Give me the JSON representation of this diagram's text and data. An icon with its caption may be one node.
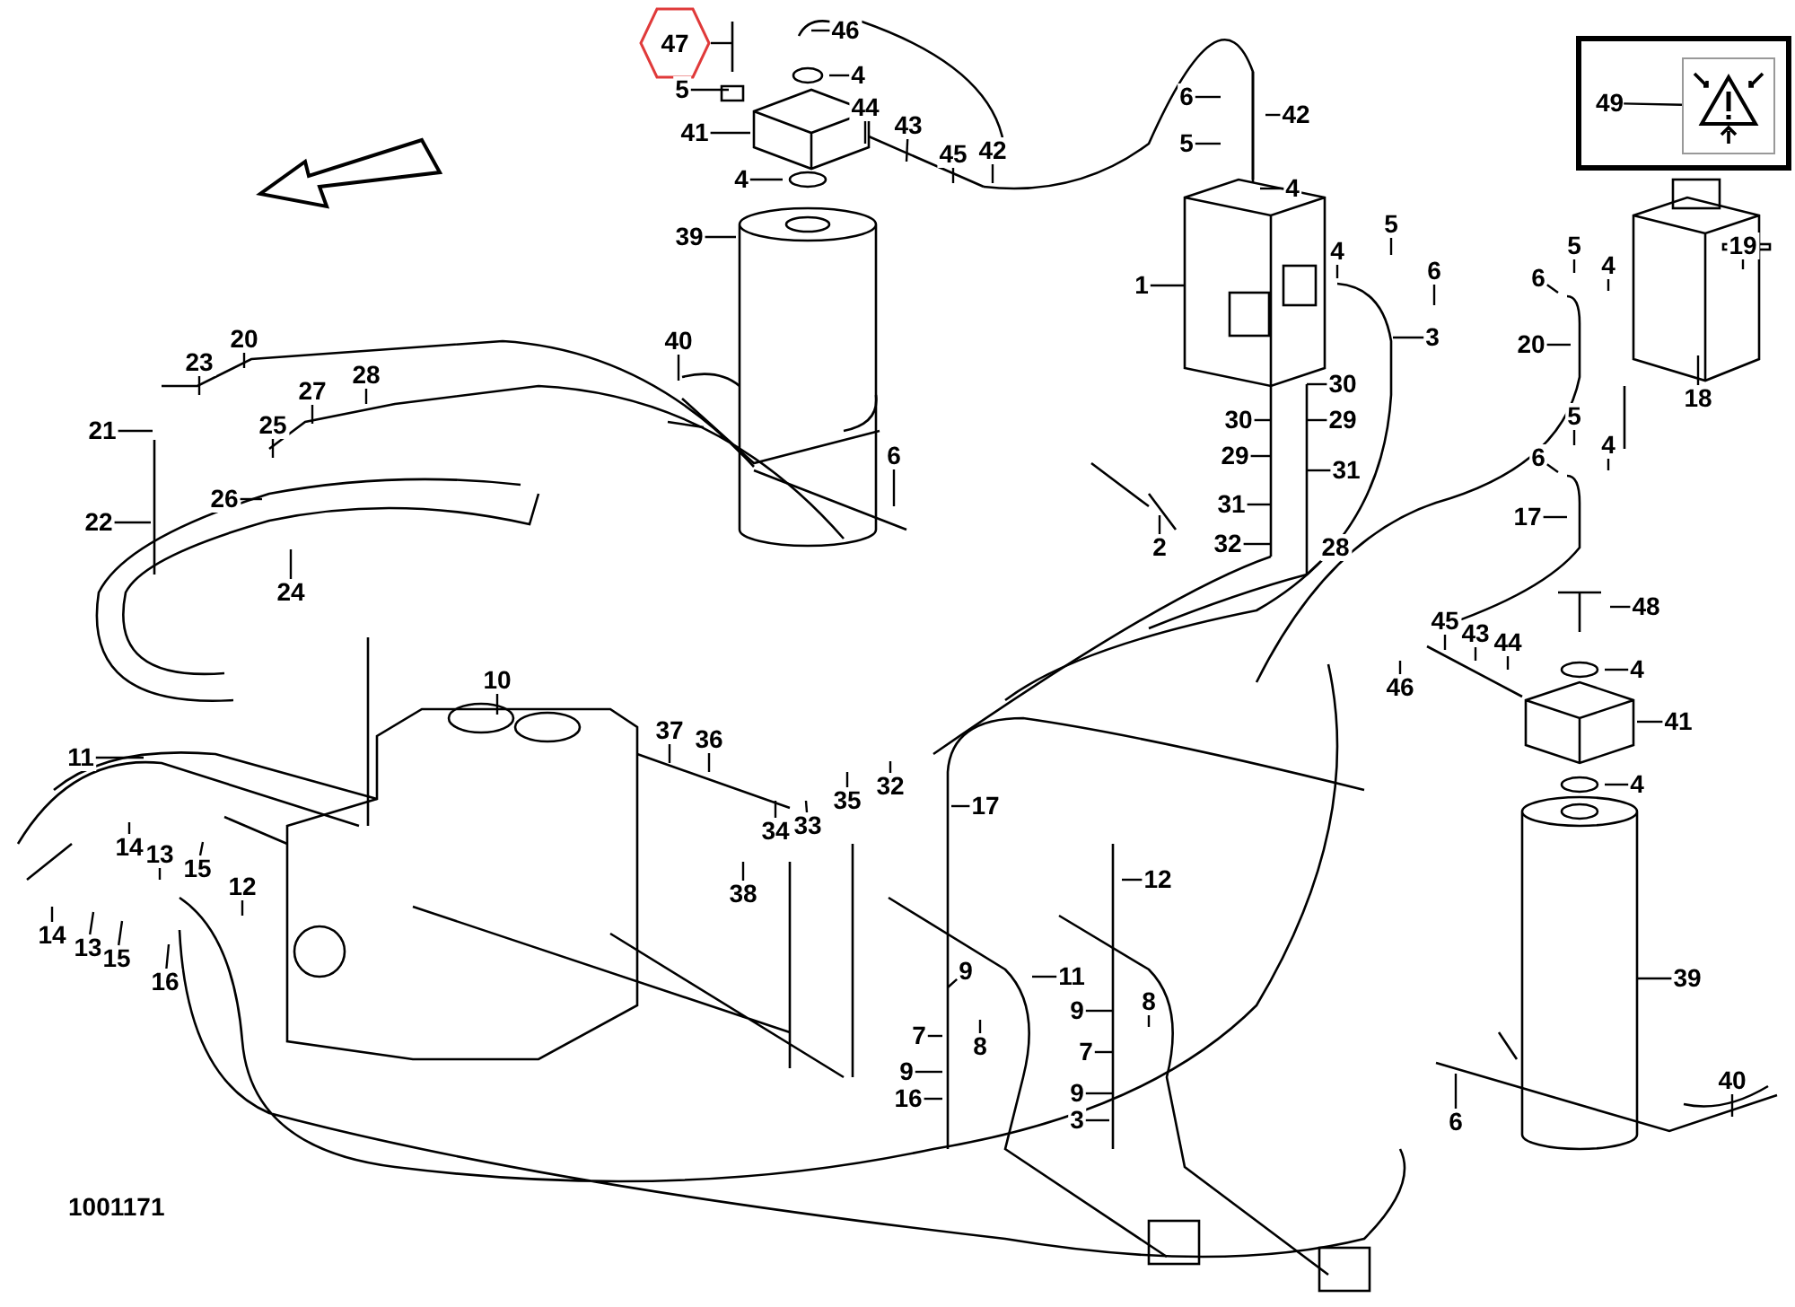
{
  "diagram": {
    "nodes": [
      {
        "text": [
          "47"
        ]
      },
      {
        "text": [
          "46"
        ]
      },
      {
        "text": [
          "5"
        ]
      },
      {
        "text": [
          "4"
        ]
      },
      {
        "text": [
          "41"
        ]
      },
      {
        "text": [
          "44"
        ]
      },
      {
        "text": [
          "43"
        ]
      },
      {
        "text": [
          "45"
        ]
      },
      {
        "text": [
          "42"
        ]
      },
      {
        "text": [
          "4"
        ]
      },
      {
        "text": [
          "39"
        ]
      },
      {
        "text": [
          "40"
        ]
      },
      {
        "text": [
          "6"
        ]
      },
      {
        "text": [
          "20"
        ]
      },
      {
        "text": [
          "23"
        ]
      },
      {
        "text": [
          "27"
        ]
      },
      {
        "text": [
          "28"
        ]
      },
      {
        "text": [
          "21"
        ]
      },
      {
        "text": [
          "25"
        ]
      },
      {
        "text": [
          "26"
        ]
      },
      {
        "text": [
          "22"
        ]
      },
      {
        "text": [
          "24"
        ]
      },
      {
        "text": [
          "6"
        ]
      },
      {
        "text": [
          "42"
        ]
      },
      {
        "text": [
          "5"
        ]
      },
      {
        "text": [
          "4"
        ]
      },
      {
        "text": [
          "1"
        ]
      },
      {
        "text": [
          "4"
        ]
      },
      {
        "text": [
          "5"
        ]
      },
      {
        "text": [
          "6"
        ]
      },
      {
        "text": [
          "3"
        ]
      },
      {
        "text": [
          "30"
        ]
      },
      {
        "text": [
          "30"
        ]
      },
      {
        "text": [
          "29"
        ]
      },
      {
        "text": [
          "29"
        ]
      },
      {
        "text": [
          "31"
        ]
      },
      {
        "text": [
          "31"
        ]
      },
      {
        "text": [
          "2"
        ]
      },
      {
        "text": [
          "32"
        ]
      },
      {
        "text": [
          "28"
        ]
      },
      {
        "text": [
          "49"
        ]
      },
      {
        "text": [],
        "shape": "picture",
        "in": 40
      },
      {
        "text": [
          "5"
        ]
      },
      {
        "text": [
          "6"
        ]
      },
      {
        "text": [
          "4"
        ]
      },
      {
        "text": [
          "19"
        ]
      },
      {
        "text": [
          "20"
        ]
      },
      {
        "text": [
          "18"
        ]
      },
      {
        "text": [
          "5"
        ]
      },
      {
        "text": [
          "6"
        ]
      },
      {
        "text": [
          "4"
        ]
      },
      {
        "text": [
          "17"
        ]
      },
      {
        "text": [
          "48"
        ]
      },
      {
        "text": [
          "45"
        ]
      },
      {
        "text": [
          "43"
        ]
      },
      {
        "text": [
          "44"
        ]
      },
      {
        "text": [
          "46"
        ]
      },
      {
        "text": [
          "4"
        ]
      },
      {
        "text": [
          "41"
        ]
      },
      {
        "text": [
          "4"
        ]
      },
      {
        "text": [
          "39"
        ]
      },
      {
        "text": [
          "40"
        ]
      },
      {
        "text": [
          "6"
        ]
      },
      {
        "text": [
          "10"
        ]
      },
      {
        "text": [
          "11"
        ]
      },
      {
        "text": [
          "37"
        ]
      },
      {
        "text": [
          "36"
        ]
      },
      {
        "text": [
          "32"
        ]
      },
      {
        "text": [
          "35"
        ]
      },
      {
        "text": [
          "34"
        ]
      },
      {
        "text": [
          "33"
        ]
      },
      {
        "text": [
          "38"
        ]
      },
      {
        "text": [
          "17"
        ]
      },
      {
        "text": [
          "14"
        ]
      },
      {
        "text": [
          "13"
        ]
      },
      {
        "text": [
          "15"
        ]
      },
      {
        "text": [
          "12"
        ]
      },
      {
        "text": [
          "14"
        ]
      },
      {
        "text": [
          "13"
        ]
      },
      {
        "text": [
          "15"
        ]
      },
      {
        "text": [
          "16"
        ]
      },
      {
        "text": [
          "12"
        ]
      },
      {
        "text": [
          "9"
        ]
      },
      {
        "text": [
          "11"
        ]
      },
      {
        "text": [
          "7"
        ]
      },
      {
        "text": [
          "8"
        ]
      },
      {
        "text": [
          "9"
        ]
      },
      {
        "text": [
          "8"
        ]
      },
      {
        "text": [
          "7"
        ]
      },
      {
        "text": [
          "9"
        ]
      },
      {
        "text": [
          "16"
        ]
      },
      {
        "text": [
          "9"
        ]
      },
      {
        "text": [
          "3"
        ]
      }
    ],
    "edges": [
      {
        "from": 0,
        "to": null,
        "arrow": "none"
      },
      {
        "from": 1,
        "to": null,
        "arrow": "none"
      },
      {
        "from": 2,
        "to": null,
        "arrow": "none"
      },
      {
        "from": 3,
        "to": null,
        "arrow": "none"
      },
      {
        "from": 4,
        "to": null,
        "arrow": "none"
      },
      {
        "from": 5,
        "to": null,
        "arrow": "none"
      },
      {
        "from": 6,
        "to": null,
        "arrow": "none"
      },
      {
        "from": 7,
        "to": null,
        "arrow": "none"
      },
      {
        "from": 8,
        "to": null,
        "arrow": "none"
      },
      {
        "from": 9,
        "to": null,
        "arrow": "none"
      },
      {
        "from": 10,
        "to": null,
        "arrow": "none"
      },
      {
        "from": 11,
        "to": null,
        "arrow": "none"
      },
      {
        "from": 12,
        "to": null,
        "arrow": "none"
      },
      {
        "from": 13,
        "to": null,
        "arrow": "none"
      },
      {
        "from": 14,
        "to": null,
        "arrow": "none"
      },
      {
        "from": 15,
        "to": null,
        "arrow": "none"
      },
      {
        "from": 16,
        "to": null,
        "arrow": "none"
      },
      {
        "from": 17,
        "to": null,
        "arrow": "none"
      },
      {
        "from": 18,
        "to": null,
        "arrow": "none"
      },
      {
        "from": 19,
        "to": null,
        "arrow": "none"
      },
      {
        "from": 20,
        "to": null,
        "arrow": "none"
      },
      {
        "from": 21,
        "to": null,
        "arrow": "none"
      },
      {
        "from": 22,
        "to": null,
        "arrow": "none"
      },
      {
        "from": 23,
        "to": null,
        "arrow": "none"
      },
      {
        "from": 24,
        "to": null,
        "arrow": "none"
      },
      {
        "from": 25,
        "to": null,
        "arrow": "none"
      },
      {
        "from": 26,
        "to": null,
        "arrow": "none"
      },
      {
        "from": 27,
        "to": null,
        "arrow": "none"
      },
      {
        "from": 28,
        "to": null,
        "arrow": "none"
      },
      {
        "from": 29,
        "to": null,
        "arrow": "none"
      },
      {
        "from": 30,
        "to": null,
        "arrow": "none"
      },
      {
        "from": 31,
        "to": null,
        "arrow": "none"
      },
      {
        "from": 32,
        "to": null,
        "arrow": "none"
      },
      {
        "from": 33,
        "to": null,
        "arrow": "none"
      },
      {
        "from": 34,
        "to": null,
        "arrow": "none"
      },
      {
        "from": 35,
        "to": null,
        "arrow": "none"
      },
      {
        "from": 36,
        "to": null,
        "arrow": "none"
      },
      {
        "from": 37,
        "to": null,
        "arrow": "none"
      },
      {
        "from": 38,
        "to": null,
        "arrow": "none"
      },
      {
        "from": 39,
        "to": null,
        "arrow": "none"
      },
      {
        "from": 40,
        "to": 41,
        "arrow": "none"
      },
      {
        "from": 42,
        "to": null,
        "arrow": "none"
      },
      {
        "from": 43,
        "to": null,
        "arrow": "none"
      },
      {
        "from": 44,
        "to": null,
        "arrow": "none"
      },
      {
        "from": 45,
        "to": null,
        "arrow": "none"
      },
      {
        "from": 46,
        "to": null,
        "arrow": "none"
      },
      {
        "from": 47,
        "to": null,
        "arrow": "none"
      },
      {
        "from": 48,
        "to": null,
        "arrow": "none"
      },
      {
        "from": 49,
        "to": null,
        "arrow": "none"
      },
      {
        "from": 50,
        "to": null,
        "arrow": "none"
      },
      {
        "from": 51,
        "to": null,
        "arrow": "none"
      },
      {
        "from": 52,
        "to": null,
        "arrow": "none"
      },
      {
        "from": 53,
        "to": null,
        "arrow": "none"
      },
      {
        "from": 54,
        "to": null,
        "arrow": "none"
      },
      {
        "from": 55,
        "to": null,
        "arrow": "none"
      },
      {
        "from": 56,
        "to": null,
        "arrow": "none"
      },
      {
        "from": 57,
        "to": null,
        "arrow": "none"
      },
      {
        "from": 58,
        "to": null,
        "arrow": "none"
      },
      {
        "from": 59,
        "to": null,
        "arrow": "none"
      },
      {
        "from": 60,
        "to": null,
        "arrow": "none"
      },
      {
        "from": 61,
        "to": null,
        "arrow": "none"
      },
      {
        "from": 62,
        "to": null,
        "arrow": "none"
      },
      {
        "from": 63,
        "to": null,
        "arrow": "none"
      },
      {
        "from": 64,
        "to": null,
        "arrow": "none"
      },
      {
        "from": 65,
        "to": null,
        "arrow": "none"
      },
      {
        "from": 66,
        "to": null,
        "arrow": "none"
      },
      {
        "from": 67,
        "to": null,
        "arrow": "none"
      },
      {
        "from": 68,
        "to": null,
        "arrow": "none"
      },
      {
        "from": 69,
        "to": null,
        "arrow": "none"
      },
      {
        "from": 70,
        "to": null,
        "arrow": "none"
      },
      {
        "from": 71,
        "to": null,
        "arrow": "none"
      },
      {
        "from": 72,
        "to": null,
        "arrow": "none"
      },
      {
        "from": 73,
        "to": null,
        "arrow": "none"
      },
      {
        "from": 74,
        "to": null,
        "arrow": "none"
      },
      {
        "from": 75,
        "to": null,
        "arrow": "none"
      },
      {
        "from": 76,
        "to": null,
        "arrow": "none"
      },
      {
        "from": 77,
        "to": null,
        "arrow": "none"
      },
      {
        "from": 78,
        "to": null,
        "arrow": "none"
      },
      {
        "from": 79,
        "to": null,
        "arrow": "none"
      },
      {
        "from": 80,
        "to": null,
        "arrow": "none"
      },
      {
        "from": 81,
        "to": null,
        "arrow": "none"
      },
      {
        "from": 82,
        "to": null,
        "arrow": "none"
      },
      {
        "from": 83,
        "to": null,
        "arrow": "none"
      },
      {
        "from": 84,
        "to": null,
        "arrow": "none"
      },
      {
        "from": 85,
        "to": null,
        "arrow": "none"
      },
      {
        "from": 86,
        "to": null,
        "arrow": "none"
      },
      {
        "from": 87,
        "to": null,
        "arrow": "none"
      },
      {
        "from": 88,
        "to": null,
        "arrow": "none"
      },
      {
        "from": 89,
        "to": null,
        "arrow": "none"
      },
      {
        "from": 90,
        "to": null,
        "arrow": "none"
      },
      {
        "from": 91,
        "to": null,
        "arrow": "none"
      },
      {
        "from": 92,
        "to": null,
        "arrow": "none"
      }
    ],
    "labels": [
      "1001171"
    ]
  }
}
